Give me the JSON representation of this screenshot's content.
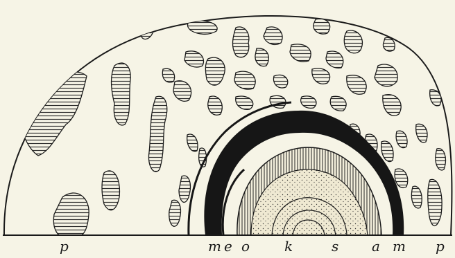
{
  "figure": {
    "labels": [
      "p",
      "m",
      "e",
      "o",
      "k",
      "s",
      "a",
      "m",
      "p"
    ],
    "colors": {
      "paper": "#f6f4e6",
      "ink": "#161616",
      "hatch": "#2a2a2a",
      "stipple": "#efe9d2"
    }
  }
}
